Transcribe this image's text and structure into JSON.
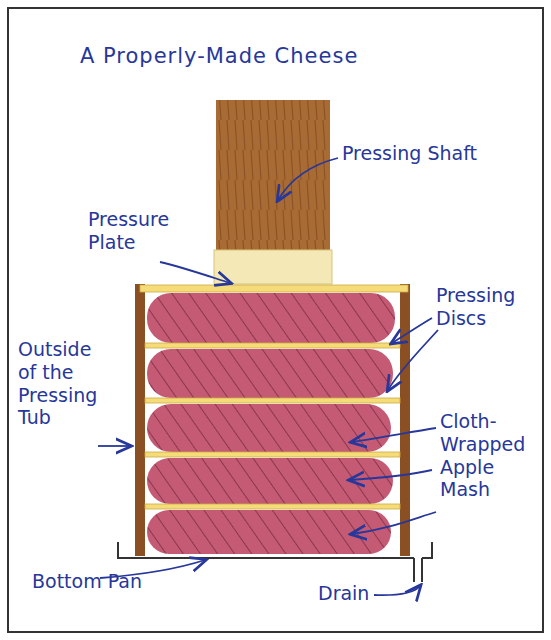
{
  "diagram": {
    "title": "A Properly-Made Cheese",
    "labels": [
      "Pressing Shaft",
      "Pressure Plate",
      "Pressing Discs",
      "Outside of the Pressing Tub",
      "Cloth-Wrapped Apple Mash",
      "Bottom Pan",
      "Drain"
    ]
  }
}
